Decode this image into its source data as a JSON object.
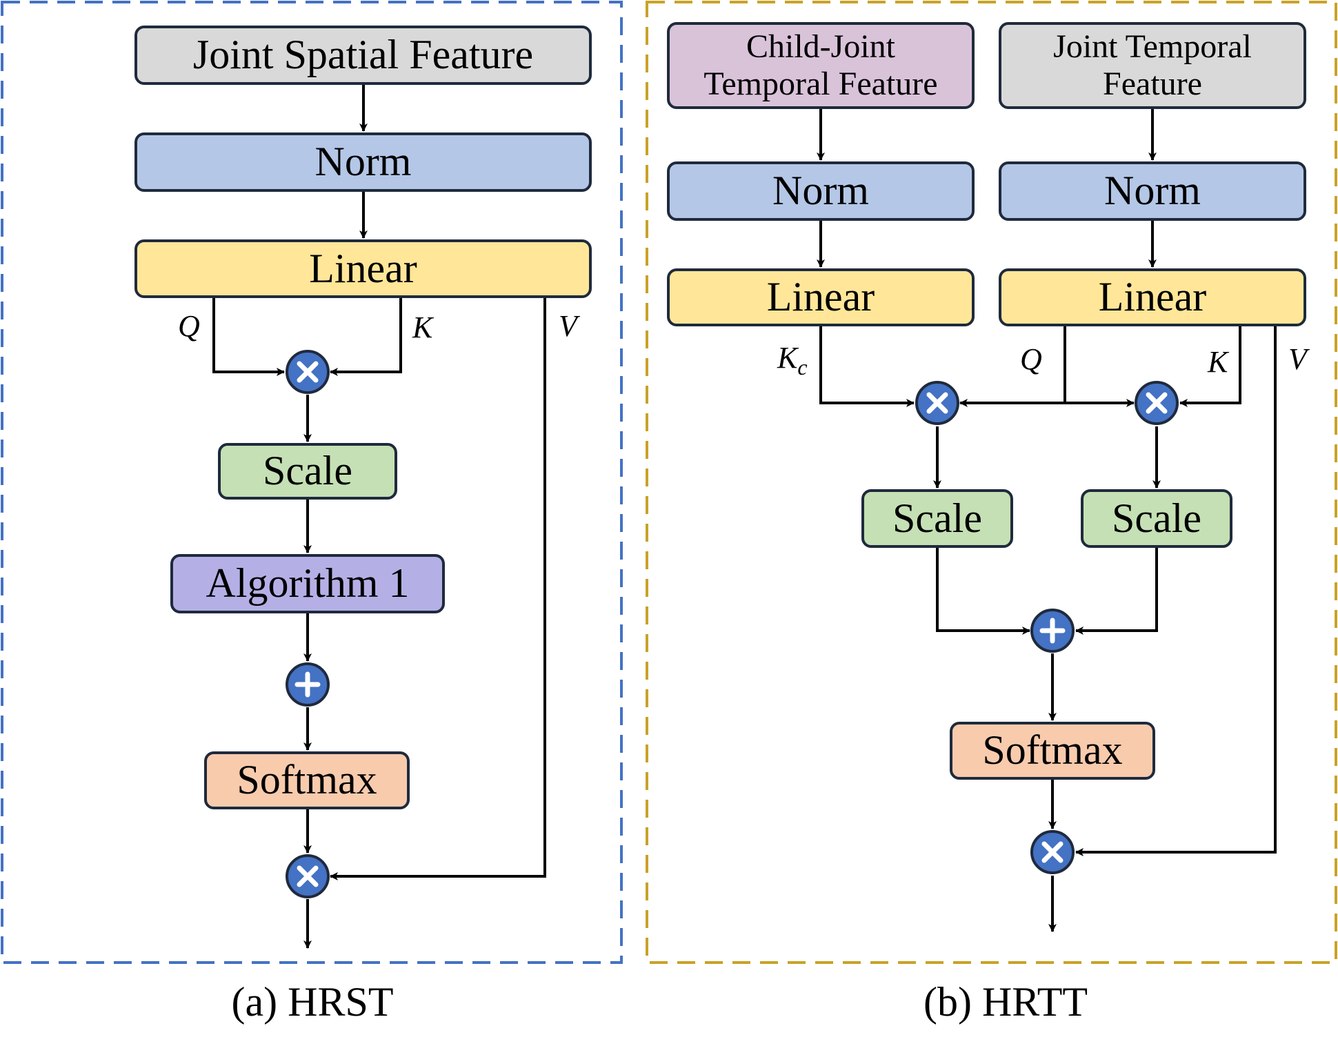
{
  "panel_a": {
    "joint_spatial_feature": "Joint Spatial Feature",
    "norm": "Norm",
    "linear": "Linear",
    "q": "Q",
    "k": "K",
    "v": "V",
    "scale": "Scale",
    "algorithm": "Algorithm 1",
    "softmax": "Softmax",
    "caption": "(a) HRST"
  },
  "panel_b": {
    "child_joint_line1": "Child-Joint",
    "child_joint_line2": "Temporal Feature",
    "joint_temporal_line1": "Joint Temporal",
    "joint_temporal_line2": "Feature",
    "norm": "Norm",
    "linear": "Linear",
    "kc": "K",
    "kc_sub": "c",
    "q": "Q",
    "k": "K",
    "v": "V",
    "scale": "Scale",
    "softmax": "Softmax",
    "caption": "(b) HRTT"
  },
  "colors": {
    "panel_a_border": "#4472c4",
    "panel_b_border": "#c9a227",
    "operator_fill": "#4472c4",
    "box_border": "#1f2a3c"
  }
}
